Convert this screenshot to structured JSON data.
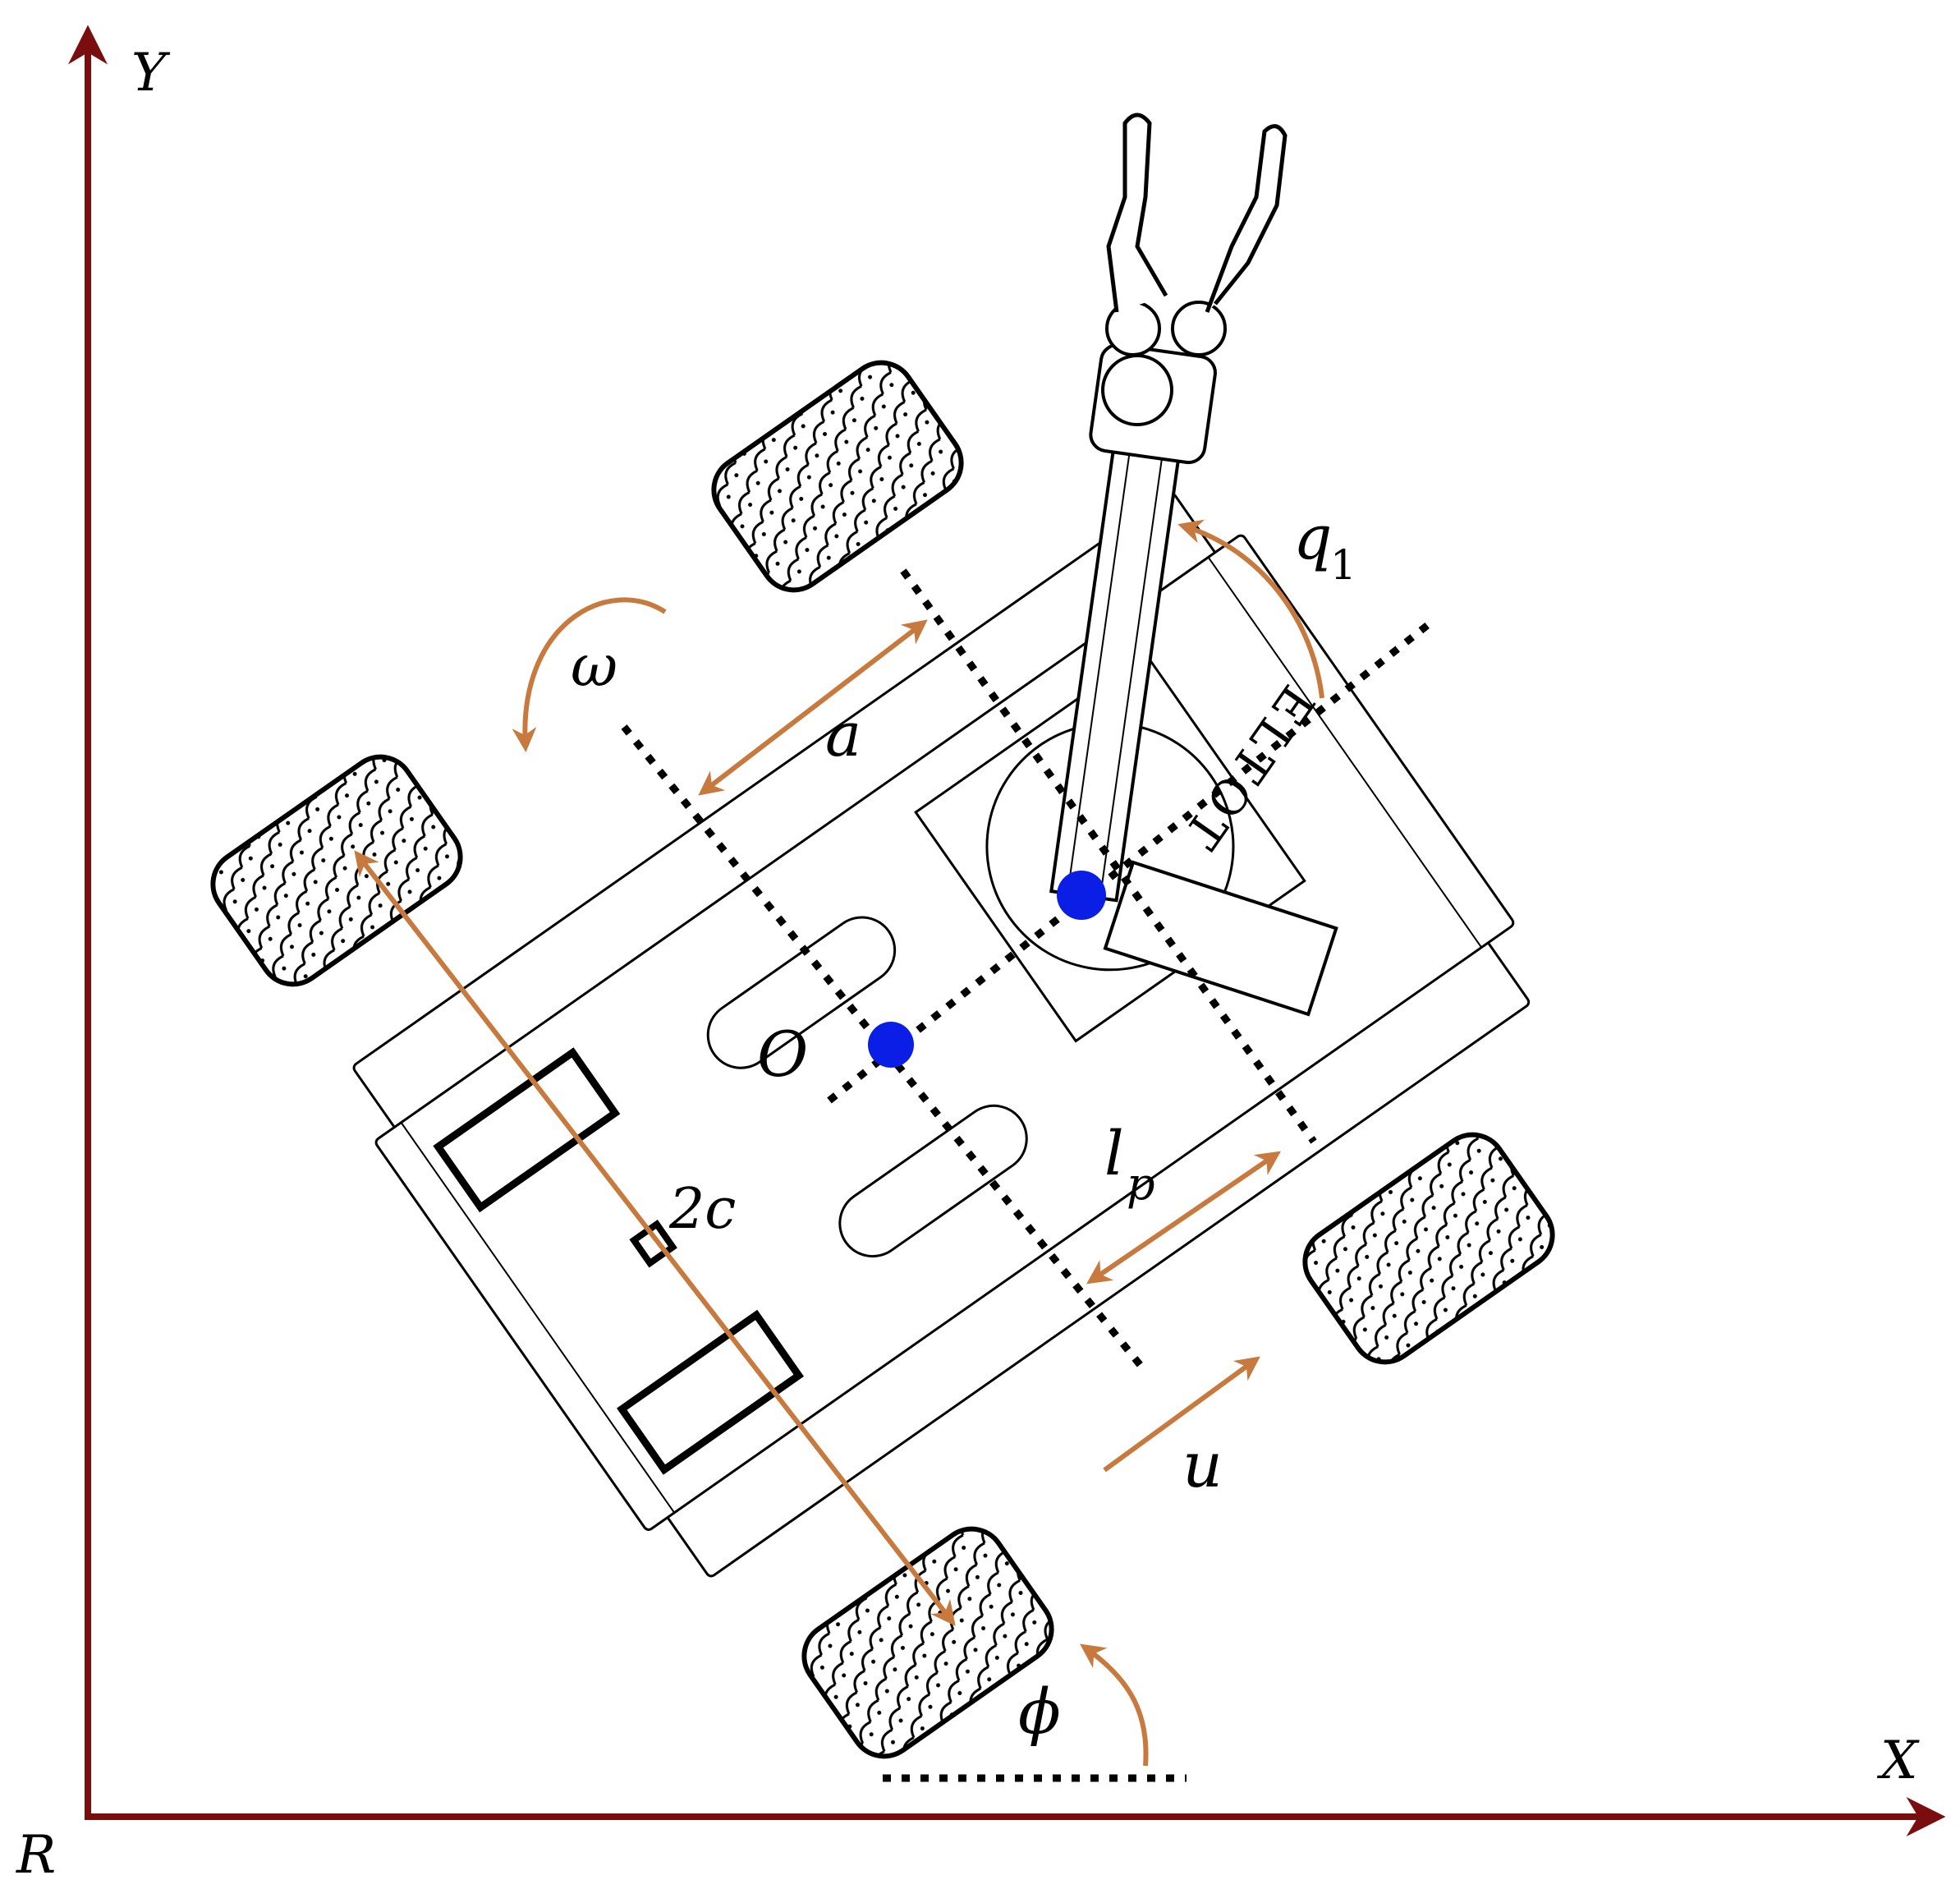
{
  "figure": {
    "frame_label": "R",
    "axes": {
      "x_label": "X",
      "y_label": "Y"
    },
    "variables": {
      "omega": "ω",
      "a": "a",
      "q": "q",
      "q_sub": "1",
      "origin": "O",
      "l": "l",
      "l_sub": "p",
      "two_c": "2c",
      "u": "u",
      "phi": "ϕ"
    },
    "robot_label": "ELTOT",
    "colors": {
      "axes": "#7a0d0d",
      "annotation_arrows": "#c87a3e",
      "key_points": "#0a1ee6",
      "outline": "#000000"
    }
  }
}
